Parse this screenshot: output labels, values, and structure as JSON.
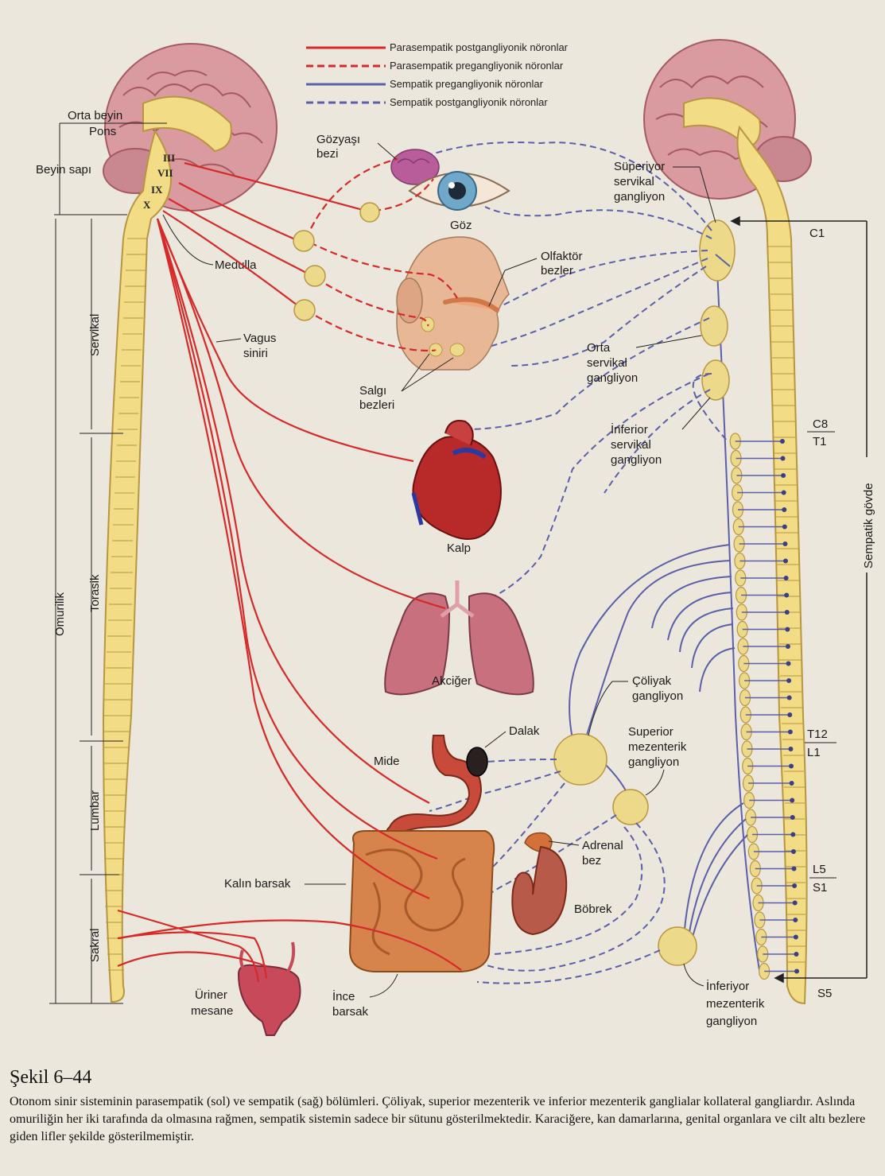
{
  "legend": [
    {
      "label": "Parasempatik postgangliyonik nöronlar",
      "color": "#d62a2a",
      "style": "solid"
    },
    {
      "label": "Parasempatik pregangliyonik nöronlar",
      "color": "#d62a2a",
      "style": "dashed"
    },
    {
      "label": "Sempatik pregangliyonik nöronlar",
      "color": "#5a5fa8",
      "style": "solid"
    },
    {
      "label": "Sempatik postgangliyonik nöronlar",
      "color": "#5a5fa8",
      "style": "dashed"
    }
  ],
  "left_labels": {
    "orta_beyin": "Orta beyin",
    "pons": "Pons",
    "beyin_sapi": "Beyin sapı",
    "medulla": "Medulla",
    "vagus": [
      "Vagus",
      "siniri"
    ],
    "omurilik": "Omurilik",
    "servikal": "Servikal",
    "torasik": "Torasik",
    "lumbar": "Lumbar",
    "sakral": "Sakral",
    "cranial_nerves": [
      "III",
      "VII",
      "IX",
      "X"
    ]
  },
  "organs": {
    "gozyasi": [
      "Gözyaşı",
      "bezi"
    ],
    "goz": "Göz",
    "olfaktor": [
      "Olfaktör",
      "bezler"
    ],
    "salgi": [
      "Salgı",
      "bezleri"
    ],
    "kalp": "Kalp",
    "akciger": "Akciğer",
    "mide": "Mide",
    "dalak": "Dalak",
    "kalin_barsak": "Kalın barsak",
    "ince_barsak": [
      "İnce",
      "barsak"
    ],
    "uriner": [
      "Üriner",
      "mesane"
    ],
    "adrenal": [
      "Adrenal",
      "bez"
    ],
    "bobrek": "Böbrek"
  },
  "ganglia": {
    "superior_servikal": [
      "Süperiyor",
      "servikal",
      "gangliyon"
    ],
    "orta_servikal": [
      "Orta",
      "servikal",
      "gangliyon"
    ],
    "inferior_servikal": [
      "İnferior",
      "servikal",
      "gangliyon"
    ],
    "coliyak": [
      "Çöliyak",
      "gangliyon"
    ],
    "superior_mezenterik": [
      "Superior",
      "mezenterik",
      "gangliyon"
    ],
    "inferior_mezenterik": [
      "İnferiyor",
      "mezenterik",
      "gangliyon"
    ]
  },
  "right_labels": {
    "c1": "C1",
    "c8": "C8",
    "t1": "T1",
    "t12": "T12",
    "l1": "L1",
    "l5": "L5",
    "s1": "S1",
    "s5": "S5",
    "sempatik_govde": "Sempatik gövde"
  },
  "caption": {
    "title": "Şekil 6–44",
    "text": "Otonom sinir sisteminin parasempatik (sol) ve sempatik (sağ) bölümleri. Çöliyak, superior mezenterik ve inferior mezenterik ganglialar kollateral gangliardır. Aslında omuriliğin her iki tarafında da olmasına rağmen, sempatik sistemin sadece bir sütunu gösterilmektedir. Karaciğere, kan damarlarına, genital organlara ve cilt altı bezlere giden lifler şekilde gösterilmemiştir."
  },
  "colors": {
    "parasympathetic": "#d62a2a",
    "sympathetic": "#5a5fa8",
    "cord": "#f2dc86",
    "brain": "#d99aa0",
    "ganglion": "#ecd98a"
  }
}
